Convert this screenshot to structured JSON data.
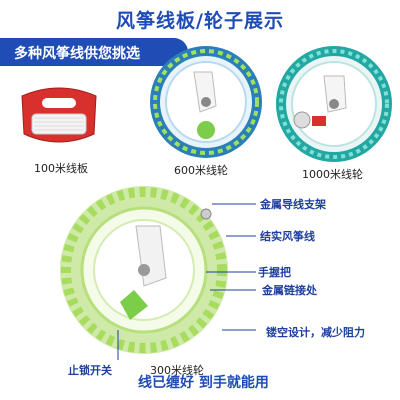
{
  "header": {
    "title": "风筝线板/轮子展示"
  },
  "banner": {
    "text": "多种风筝线供您挑选"
  },
  "products": [
    {
      "caption": "100米线板"
    },
    {
      "caption": "600米线轮"
    },
    {
      "caption": "1000米线轮"
    }
  ],
  "main_reel": {
    "caption": "300米线轮",
    "callouts": [
      "金属导线支架",
      "结实风筝线",
      "手握把",
      "金属链接处",
      "镂空设计，减少阻力",
      "止锁开关"
    ]
  },
  "footer": {
    "text": "线已缠好  到手就能用"
  },
  "colors": {
    "brand_blue": "#1f4db5",
    "reel_blue": "#2a7fb8",
    "reel_green": "#7ccd4a",
    "handle_red": "#d8302c",
    "clear_reel_green": "#cfe9a8"
  }
}
